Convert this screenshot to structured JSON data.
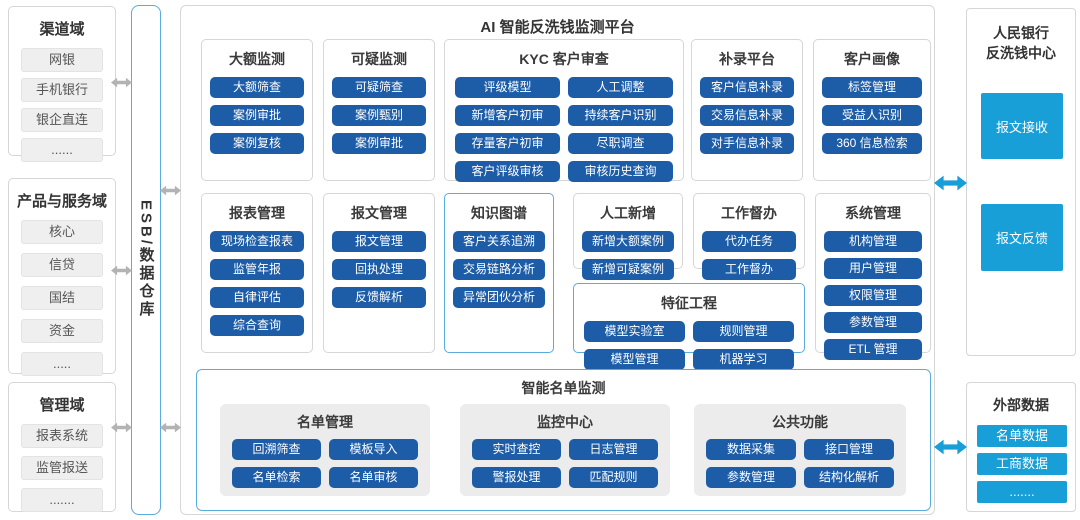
{
  "colors": {
    "dark_blue": "#1d5ca7",
    "cyan_blue": "#189fd7",
    "border_blue": "#5aabde",
    "arrow_gray": "#b3b3b3"
  },
  "left": {
    "channel": {
      "title": "渠道域",
      "items": [
        "网银",
        "手机银行",
        "银企直连",
        "......"
      ]
    },
    "product": {
      "title": "产品与服务域",
      "items": [
        "核心",
        "信贷",
        "国结",
        "资金",
        "....."
      ]
    },
    "management": {
      "title": "管理域",
      "items": [
        "报表系统",
        "监管报送",
        "......."
      ]
    }
  },
  "esb": {
    "label": "ESB/数据仓库"
  },
  "platform": {
    "title": "AI 智能反洗钱监测平台",
    "large_amount": {
      "title": "大额监测",
      "items": [
        "大额筛查",
        "案例审批",
        "案例复核"
      ]
    },
    "suspicious": {
      "title": "可疑监测",
      "items": [
        "可疑筛查",
        "案例甄别",
        "案例审批"
      ]
    },
    "kyc": {
      "title": "KYC 客户审查",
      "items": [
        "评级模型",
        "人工调整",
        "新增客户初审",
        "持续客户识别",
        "存量客户初审",
        "尽职调查",
        "客户评级审核",
        "审核历史查询"
      ]
    },
    "supplement": {
      "title": "补录平台",
      "items": [
        "客户信息补录",
        "交易信息补录",
        "对手信息补录"
      ]
    },
    "profile": {
      "title": "客户画像",
      "items": [
        "标签管理",
        "受益人识别",
        "360 信息检索"
      ]
    },
    "reports": {
      "title": "报表管理",
      "items": [
        "现场检查报表",
        "监管年报",
        "自律评估",
        "综合查询"
      ]
    },
    "messages": {
      "title": "报文管理",
      "items": [
        "报文管理",
        "回执处理",
        "反馈解析"
      ]
    },
    "knowledge_graph": {
      "title": "知识图谱",
      "items": [
        "客户关系追溯",
        "交易链路分析",
        "异常团伙分析"
      ]
    },
    "manual_add": {
      "title": "人工新增",
      "items": [
        "新增大额案例",
        "新增可疑案例"
      ]
    },
    "supervision": {
      "title": "工作督办",
      "items": [
        "代办任务",
        "工作督办"
      ]
    },
    "feature_eng": {
      "title": "特征工程",
      "items": [
        "模型实验室",
        "规则管理",
        "模型管理",
        "机器学习"
      ]
    },
    "system_mgmt": {
      "title": "系统管理",
      "items": [
        "机构管理",
        "用户管理",
        "权限管理",
        "参数管理",
        "ETL 管理"
      ]
    },
    "smart_list": {
      "title": "智能名单监测",
      "panels": [
        {
          "title": "名单管理",
          "items": [
            "回溯筛查",
            "模板导入",
            "名单检索",
            "名单审核"
          ]
        },
        {
          "title": "监控中心",
          "items": [
            "实时查控",
            "日志管理",
            "警报处理",
            "匹配规则"
          ]
        },
        {
          "title": "公共功能",
          "items": [
            "数据采集",
            "接口管理",
            "参数管理",
            "结构化解析"
          ]
        }
      ]
    }
  },
  "right": {
    "pboc": {
      "title_line1": "人民银行",
      "title_line2": "反洗钱中心",
      "items": [
        "报文接收",
        "报文反馈"
      ]
    },
    "external": {
      "title": "外部数据",
      "items": [
        "名单数据",
        "工商数据",
        "......."
      ]
    }
  }
}
